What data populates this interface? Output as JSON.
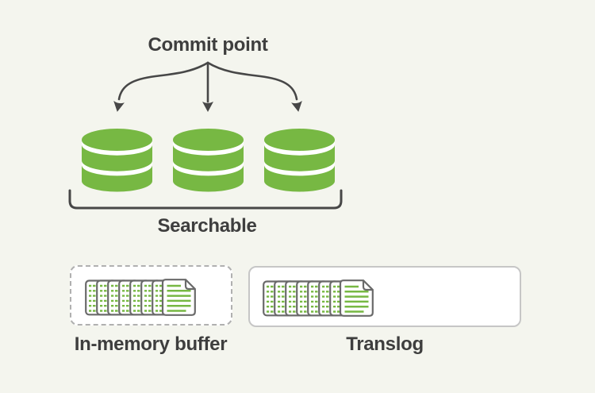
{
  "diagram": {
    "commit": {
      "label": "Commit point"
    },
    "searchable": {
      "label": "Searchable",
      "segment_count": 3
    },
    "in_memory_buffer": {
      "label": "In-memory buffer",
      "document_count": 8
    },
    "translog": {
      "label": "Translog",
      "document_count": 8
    }
  },
  "icons": {
    "database": "green-database-cylinder",
    "document_stack": "stacked-documents-with-folded-corner",
    "branch_arrows": "three-way-split-arrow-down",
    "bracket": "horizontal-square-bracket"
  },
  "colors": {
    "background": "#f4f5ee",
    "green": "#77b843",
    "dark": "#3e3e3e",
    "arrow": "#474747",
    "box_border": "#c6c6c6",
    "dash_border": "#b0b0b0",
    "doc_border": "#6a6a6a"
  }
}
